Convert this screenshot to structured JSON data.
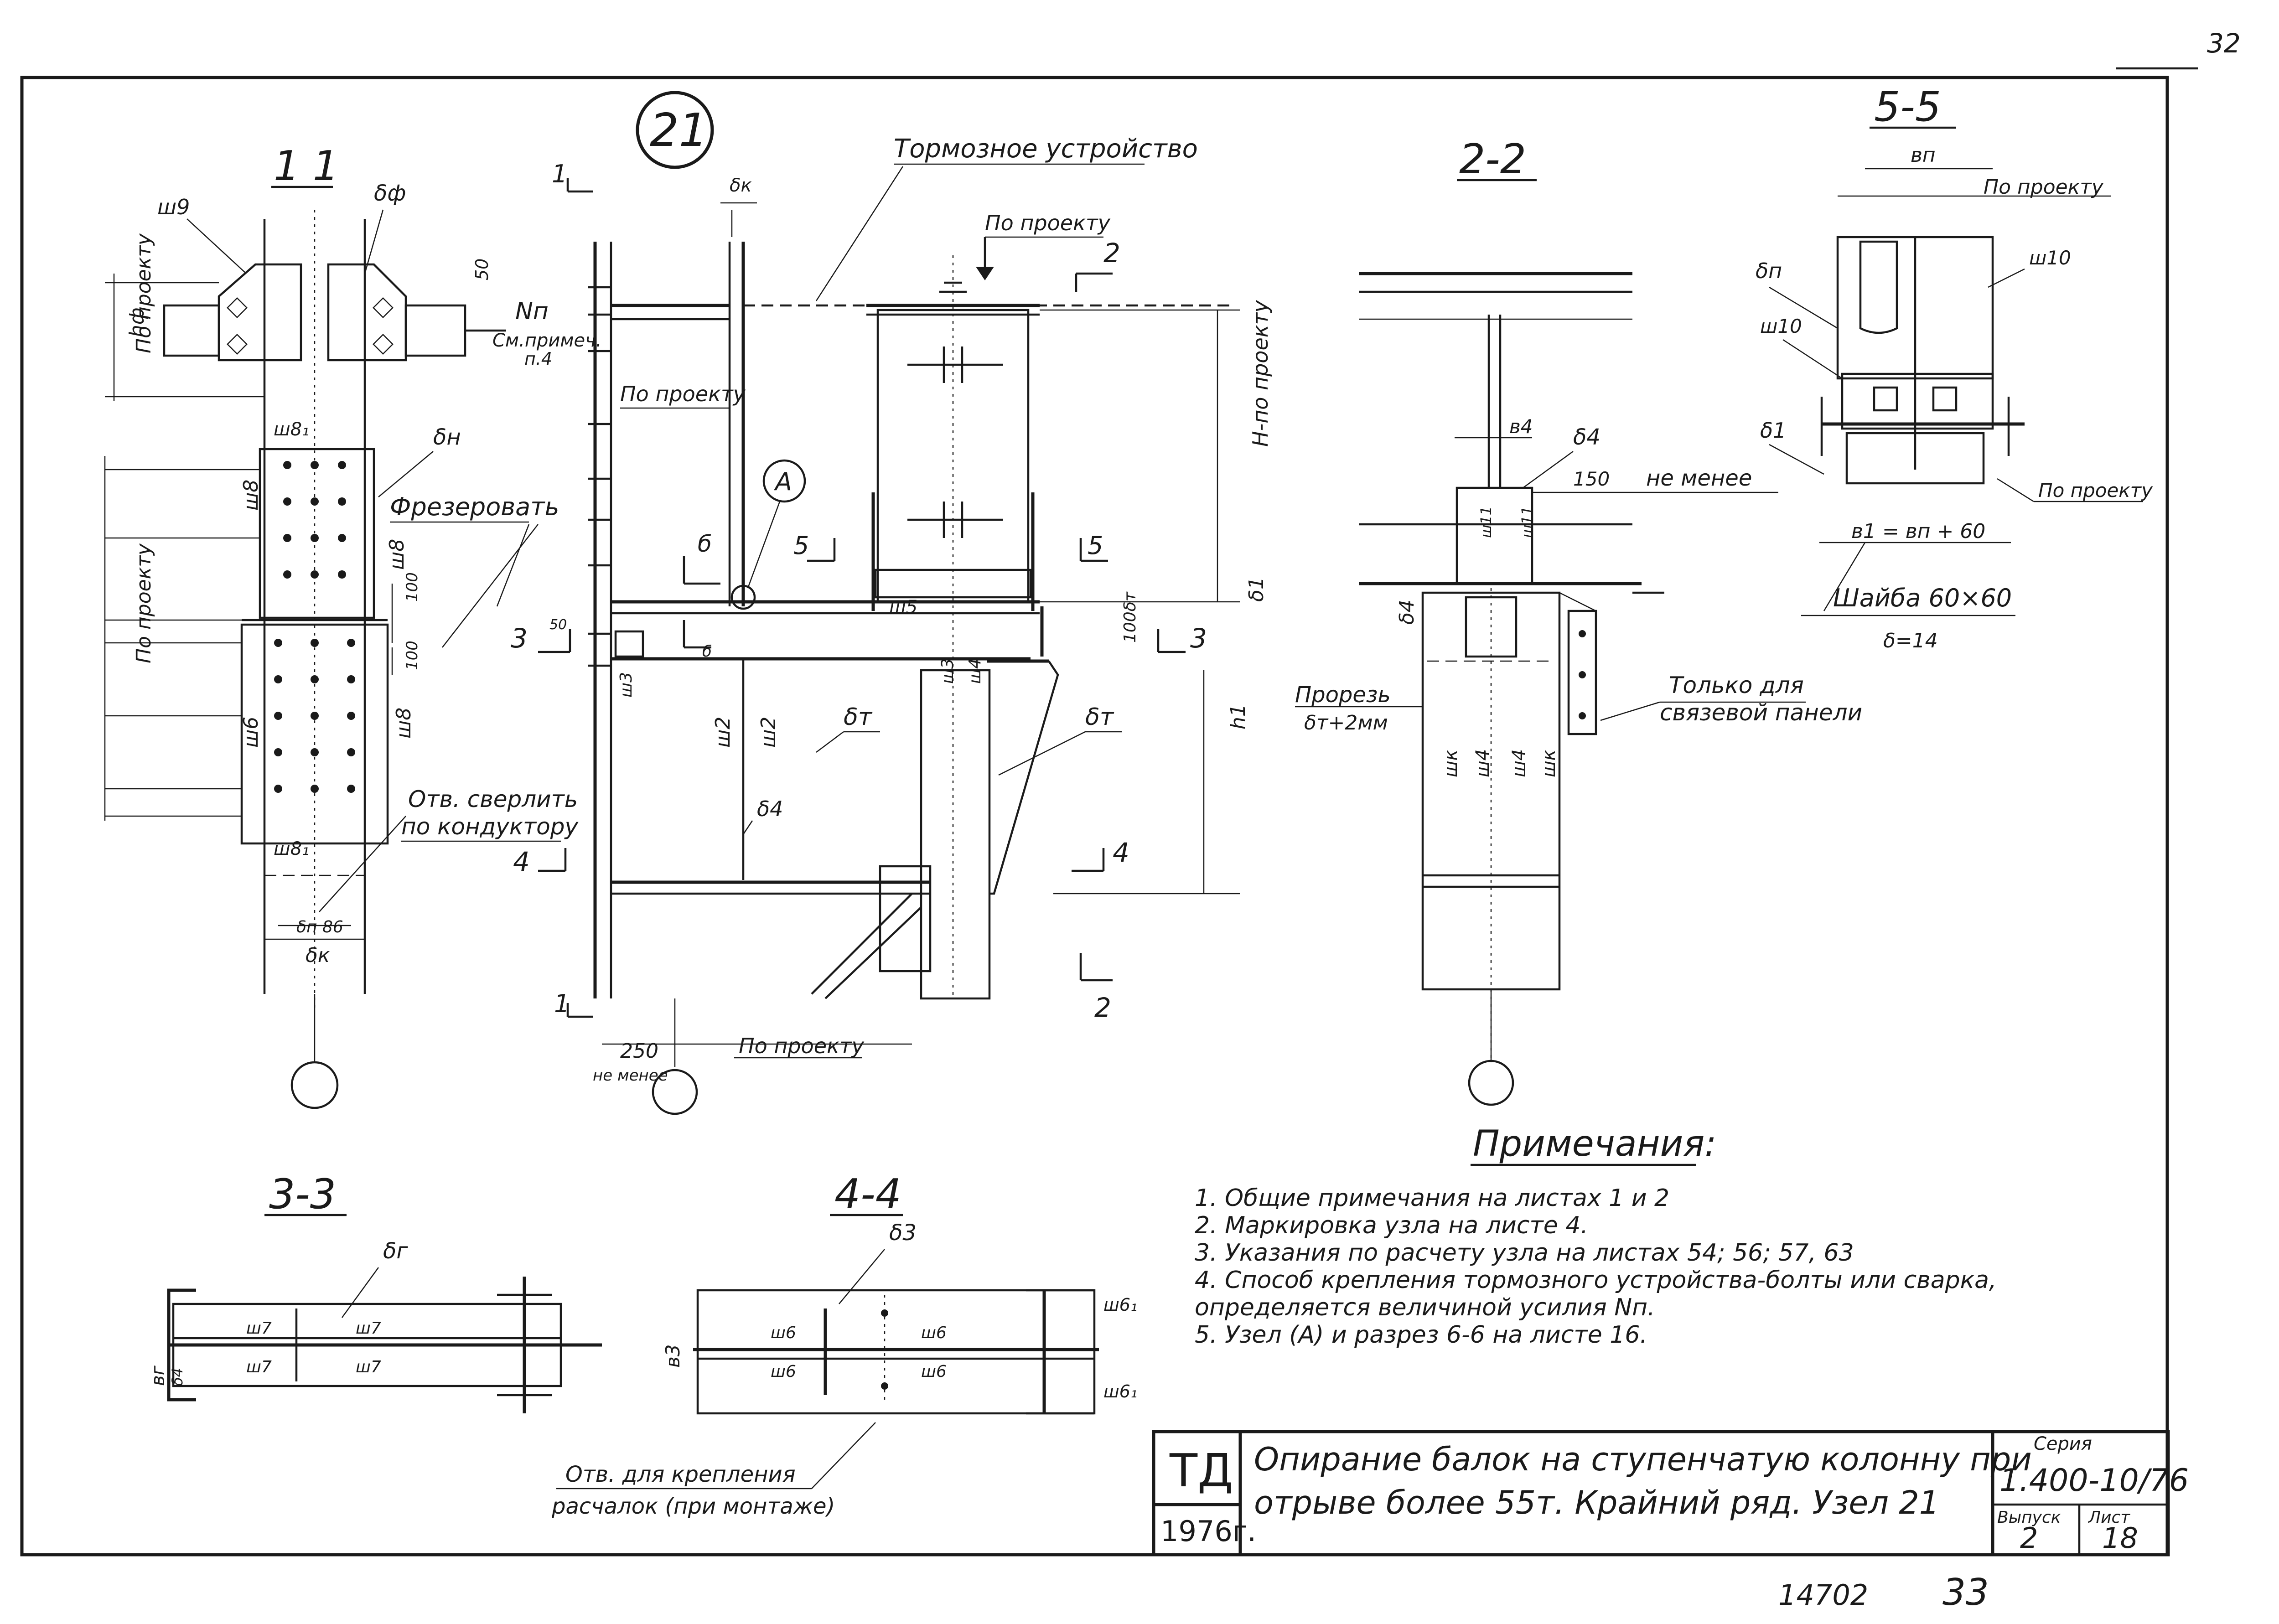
{
  "page_number": "32",
  "node_number": "21",
  "sections": {
    "s11": "1 1",
    "s22": "2-2",
    "s55": "5-5",
    "s33": "3-3",
    "s44": "4-4"
  },
  "labels": {
    "sh9": "ш9",
    "df": "δф",
    "n50": "50",
    "np": "Nп",
    "sm_primech": "См.примеч.",
    "p4": "п.4",
    "hf": "hф",
    "po_proektu": "По проекту",
    "sh8_1": "ш8₁",
    "dn": "δн",
    "sh8": "ш8",
    "frezerovat": "Фрезеровать",
    "n100": "100",
    "sh6": "ш6",
    "otv_sverlit": "Отв. сверлить",
    "po_konduktoru": "по кондуктору",
    "dp86": "δп 86",
    "dk": "δк",
    "tormoznoe": "Тормозное устройство",
    "n1": "1",
    "n2": "2",
    "n3": "3",
    "n4": "4",
    "n5": "5",
    "n6": "б",
    "mark_a": "А",
    "h_po_proektu": "Н-по проекту",
    "delta_1": "δ1",
    "sh5": "ш5",
    "sh3": "ш3",
    "sh4": "ш4",
    "sh2": "ш2",
    "dt": "δт",
    "d4": "δ4",
    "h1": "h1",
    "n100dt": "100δт",
    "n250": "250",
    "ne_menee_small": "не менее",
    "b4": "в4",
    "n150": "150",
    "ne_menee": "не менее",
    "sh11": "ш11",
    "prorez": "Прорезь",
    "prorez_val": "δт+2мм",
    "tolko_dlya": "Только для",
    "svyaz_panel": "связевой панели",
    "shk": "шк",
    "bp": "вп",
    "dp": "δп",
    "sh10": "ш10",
    "d1": "δ1",
    "b1_formula": "в1 = вп + 60",
    "shaiba": "Шайба 60×60",
    "delta14": "δ=14",
    "dg": "δг",
    "sh7": "ш7",
    "d3": "δ3",
    "b3": "в3",
    "bg": "вг",
    "sh6_1": "ш6₁",
    "otv_dlya": "Отв. для крепления",
    "raschalok": "расчалок (при монтаже)"
  },
  "notes": {
    "title": "Примечания:",
    "items": [
      "1.  Общие примечания на листах 1 и 2",
      "2.  Маркировка узла на листе 4.",
      "3.  Указания по расчету узла на листах 54; 56; 57, 63",
      "4.  Способ крепления тормозного устройства-болты или сварка,",
      "     определяется величиной усилия Nп.",
      "5.  Узел (А) и разрез 6-6 на листе 16."
    ]
  },
  "title_block": {
    "code": "ТД",
    "year": "1976г.",
    "title_line1": "Опирание балок на ступенчатую колонну при",
    "title_line2": "отрыве более 55т. Крайний ряд. Узел 21",
    "series_label": "Серия",
    "series": "1.400-10/76",
    "issue_label": "Выпуск",
    "issue": "2",
    "sheet_label": "Лист",
    "sheet": "18"
  },
  "footer": {
    "inv": "14702",
    "page": "33"
  }
}
